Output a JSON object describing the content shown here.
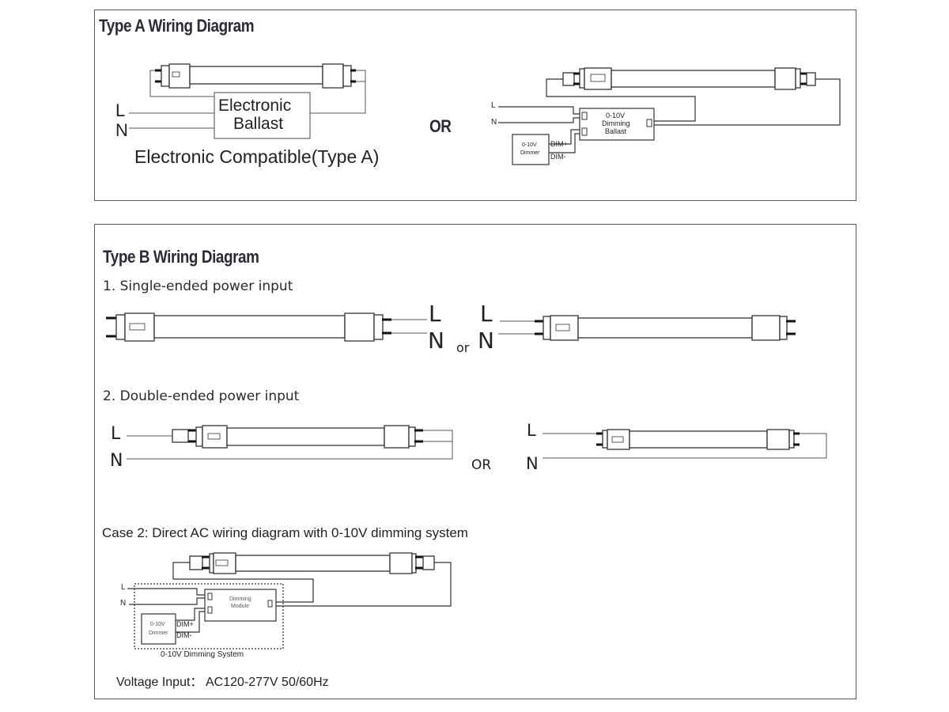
{
  "type_a": {
    "title": "Type A Wiring Diagram",
    "left_diagram": {
      "line_label": "L",
      "neutral_label": "N",
      "ballast_line1": "Electronic",
      "ballast_line2": "Ballast",
      "caption": "Electronic Compatible(Type A)"
    },
    "or_label": "OR",
    "right_diagram": {
      "line_label": "L",
      "neutral_label": "N",
      "ballast_line1": "0-10V",
      "ballast_line2": "Dimming",
      "ballast_line3": "Ballast",
      "dimmer_line1": "0-10V",
      "dimmer_line2": "Dimmer",
      "dim_plus": "DIM+",
      "dim_minus": "DIM-"
    }
  },
  "type_b": {
    "title": "Type B Wiring Diagram",
    "single_ended": {
      "heading": "1. Single-ended power input",
      "left": {
        "line_label": "L",
        "neutral_label": "N"
      },
      "or_label": "or",
      "right": {
        "line_label": "L",
        "neutral_label": "N"
      }
    },
    "double_ended": {
      "heading": "2. Double-ended power input",
      "left": {
        "line_label": "L",
        "neutral_label": "N"
      },
      "or_label": "OR",
      "right": {
        "line_label": "L",
        "neutral_label": "N"
      }
    },
    "case2": {
      "heading": "Case 2: Direct AC wiring diagram with 0-10V dimming system",
      "line_label": "L",
      "neutral_label": "N",
      "module_line1": "Dimming",
      "module_line2": "Module",
      "dimmer_line1": "0-10V",
      "dimmer_line2": "Dimmer",
      "dim_plus": "DIM+",
      "dim_minus": "DIM-",
      "system_label": "0-10V Dimming System"
    },
    "voltage_input": "Voltage Input： AC120-277V 50/60Hz"
  }
}
